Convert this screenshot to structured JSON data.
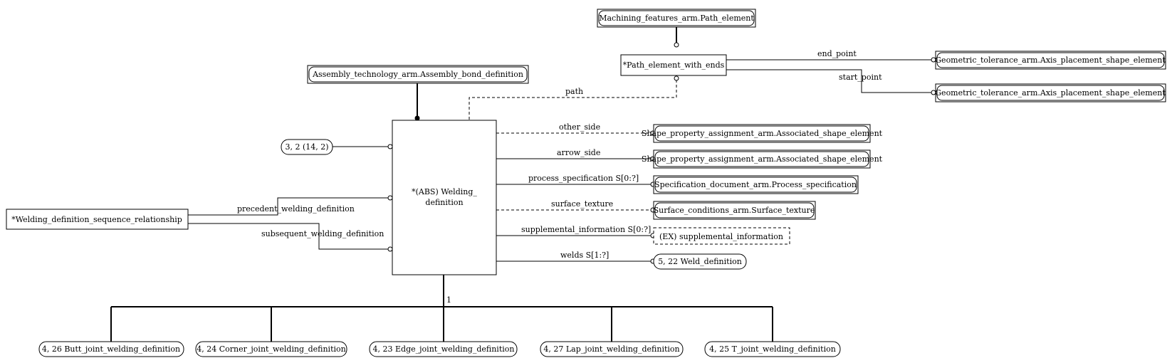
{
  "entities": {
    "path_element": "Machining_features_arm.Path_element",
    "path_element_with_ends": "*Path_element_with_ends",
    "axis_placement_1": "Geometric_tolerance_arm.Axis_placement_shape_element",
    "axis_placement_2": "Geometric_tolerance_arm.Axis_placement_shape_element",
    "assembly_bond": "Assembly_technology_arm.Assembly_bond_definition",
    "welding_definition_line1": "*(ABS) Welding_",
    "welding_definition_line2": "definition",
    "ref_3_2": "3, 2 (14, 2)",
    "sequence_relationship": "*Welding_definition_sequence_relationship",
    "assoc_shape_1": "Shape_property_assignment_arm.Associated_shape_element",
    "assoc_shape_2": "Shape_property_assignment_arm.Associated_shape_element",
    "process_spec": "Specification_document_arm.Process_specification",
    "surface_texture": "Surface_conditions_arm.Surface_texture",
    "supplemental": "(EX) supplemental_information",
    "weld_definition": "5, 22 Weld_definition",
    "butt": "4, 26 Butt_joint_welding_definition",
    "corner": "4, 24 Corner_joint_welding_definition",
    "edge": "4, 23 Edge_joint_welding_definition",
    "lap": "4, 27 Lap_joint_welding_definition",
    "t_joint": "4, 25 T_joint_welding_definition"
  },
  "relations": {
    "end_point": "end_point",
    "start_point": "start_point",
    "path": "path",
    "other_side": "other_side",
    "arrow_side": "arrow_side",
    "process_specification": "process_specification S[0:?]",
    "surface_texture": "surface_texture",
    "supplemental_information": "supplemental_information S[0:?]",
    "welds": "welds S[1:?]",
    "precedent": "precedent_welding_definition",
    "subsequent": "subsequent_welding_definition",
    "subtype_count": "1"
  }
}
